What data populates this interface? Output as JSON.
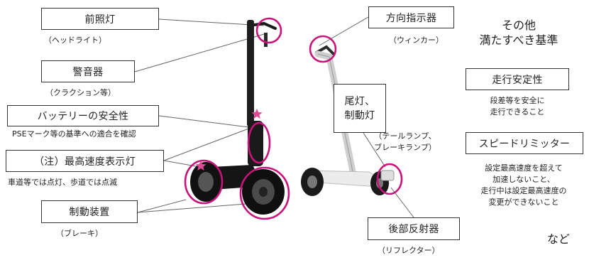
{
  "accent_color": "#c9137a",
  "left_labels": {
    "headlight": {
      "label": "前照灯",
      "note": "（ヘッドライト）"
    },
    "horn": {
      "label": "警音器",
      "note": "（クラクション等）"
    },
    "battery": {
      "label": "バッテリーの安全性",
      "note": "PSEマーク等の基準への適合を確認"
    },
    "speed_lamp": {
      "label": "（注）最高速度表示灯",
      "note": "車道等では点灯、歩道では点滅"
    },
    "brake": {
      "label": "制動装置",
      "note": "（ブレーキ）"
    }
  },
  "right_labels": {
    "turn_signal": {
      "label": "方向指示器",
      "note": "（ウィンカー）"
    },
    "tail_lamp": {
      "label_line1": "尾灯、",
      "label_line2": "制動灯",
      "note_line1": "（テールランプ、",
      "note_line2": "ブレーキランプ）"
    },
    "reflector": {
      "label": "後部反射器",
      "note": "（リフレクター）"
    }
  },
  "other": {
    "heading_line1": "その他",
    "heading_line2": "満たすべき基準",
    "stability": {
      "label": "走行安定性",
      "note_line1": "段差等を安全に",
      "note_line2": "走行できること"
    },
    "speed_limiter": {
      "label": "スピードリミッター",
      "note_line1": "設定最高速度を超えて",
      "note_line2": "加速しないこと、",
      "note_line3": "走行中は設定最高速度の",
      "note_line4": "変更ができないこと"
    },
    "etc": "など"
  }
}
